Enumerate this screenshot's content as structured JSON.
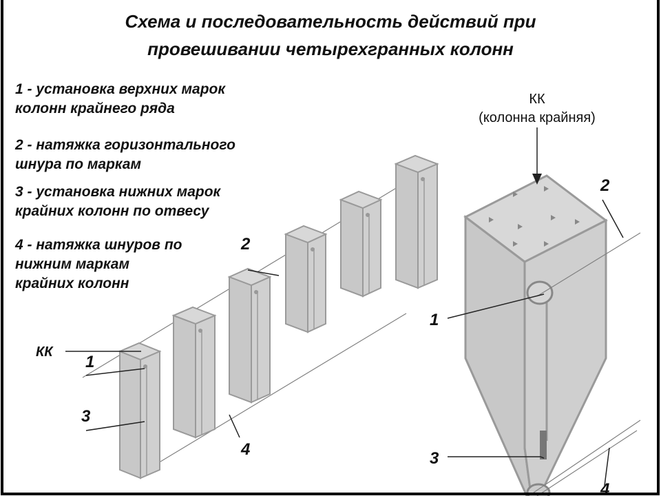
{
  "title": [
    "Схема и последовательность действий при",
    "провешивании четырехгранных колонн"
  ],
  "steps": [
    [
      "1 - установка верхних марок",
      "колонн крайнего ряда"
    ],
    [
      "2 - натяжка горизонтального",
      "шнура по маркам"
    ],
    [
      "3 - установка нижних марок",
      "крайних колонн по отвесу"
    ],
    [
      "4 - натяжка шнуров по",
      "нижним маркам",
      "крайних колонн"
    ]
  ],
  "big_label": {
    "code": "КК",
    "desc": "(колонна крайняя)"
  },
  "small_labels": {
    "kk": "КК",
    "n1": "1",
    "n2": "2",
    "n3": "3",
    "n4": "4"
  },
  "big_numbers": {
    "n1": "1",
    "n2": "2",
    "n3": "3",
    "n4": "4"
  },
  "colors": {
    "column_face": "#c8c8c8",
    "column_edge": "#9a9a9a",
    "string": "#808080",
    "border": "#000000"
  }
}
